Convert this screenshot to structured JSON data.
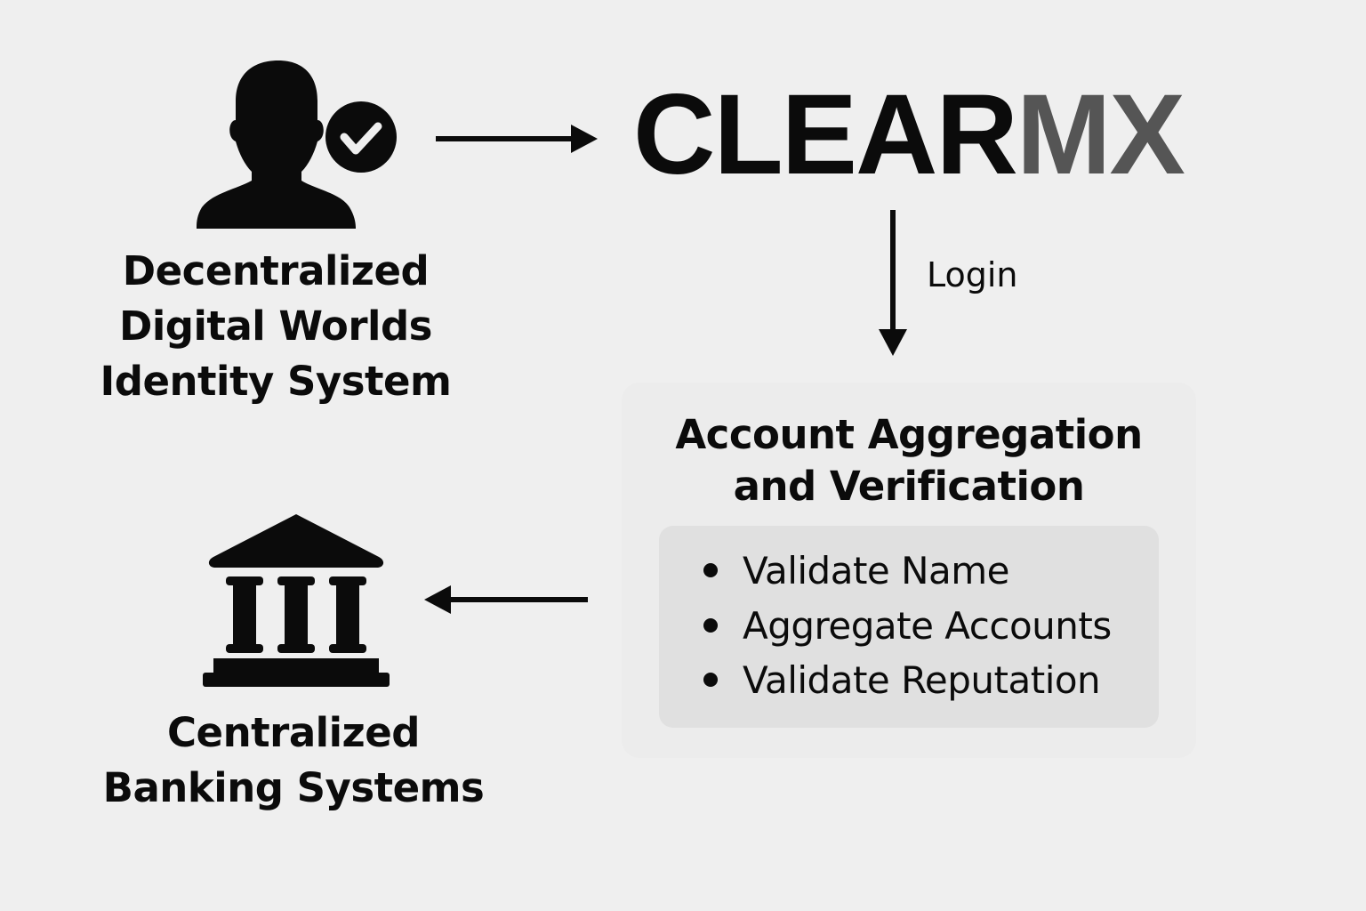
{
  "diagram": {
    "identity": {
      "icon": "verified-user-icon",
      "label_lines": [
        "Decentralized",
        "Digital Worlds",
        "Identity System"
      ]
    },
    "logo": {
      "primary": "CLEAR",
      "secondary": "MX",
      "colors": {
        "primary": "#0b0b0b",
        "secondary": "#555555"
      }
    },
    "login_label": "Login",
    "verification": {
      "title_lines": [
        "Account Aggregation",
        "and Verification"
      ],
      "steps": [
        "Validate Name",
        "Aggregate Accounts",
        "Validate Reputation"
      ]
    },
    "banking": {
      "icon": "bank-icon",
      "label_lines": [
        "Centralized",
        "Banking Systems"
      ]
    },
    "arrows": [
      {
        "from": "identity",
        "to": "logo",
        "direction": "right"
      },
      {
        "from": "logo",
        "to": "verification",
        "direction": "down",
        "label": "Login"
      },
      {
        "from": "verification",
        "to": "banking",
        "direction": "left"
      }
    ]
  }
}
